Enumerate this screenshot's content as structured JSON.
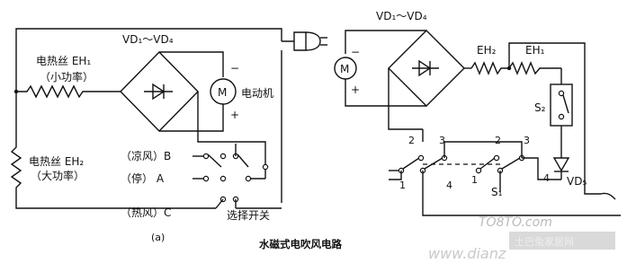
{
  "left_circuit": {
    "bridge_label": "VD₁～VD₄",
    "eh1_label_line1": "电热丝 EH₁",
    "eh1_label_line2": "（小功率）",
    "eh2_label_line1": "电热丝 EH₂",
    "eh2_label_line2": "（大功率）",
    "motor_symbol": "M",
    "motor_label": "电动机",
    "minus": "−",
    "plus": "+",
    "pos_b": "（凉风）B",
    "pos_a": "（停） A",
    "pos_c": "（热风）C",
    "switch_label": "选择开关",
    "sub_caption": "(a)"
  },
  "right_circuit": {
    "bridge_label": "VD₁～VD₄",
    "motor_symbol": "M",
    "minus": "−",
    "plus": "+",
    "eh2_label": "EH₂",
    "eh1_label": "EH₁",
    "s2_label": "S₂",
    "s1_label": "S₁",
    "vd5_label": "VD₅",
    "s1_pins": {
      "p2a": "2",
      "p3a": "3",
      "p1a": "1",
      "p4a": "4",
      "p2b": "2",
      "p1b": "1",
      "p3b": "3",
      "p4b": "4"
    }
  },
  "caption": "水磁式电吹风电路",
  "watermark": {
    "logo": "TO8TO.com",
    "cn_logo": "土巴兔家居网",
    "url": "www.dianz"
  }
}
